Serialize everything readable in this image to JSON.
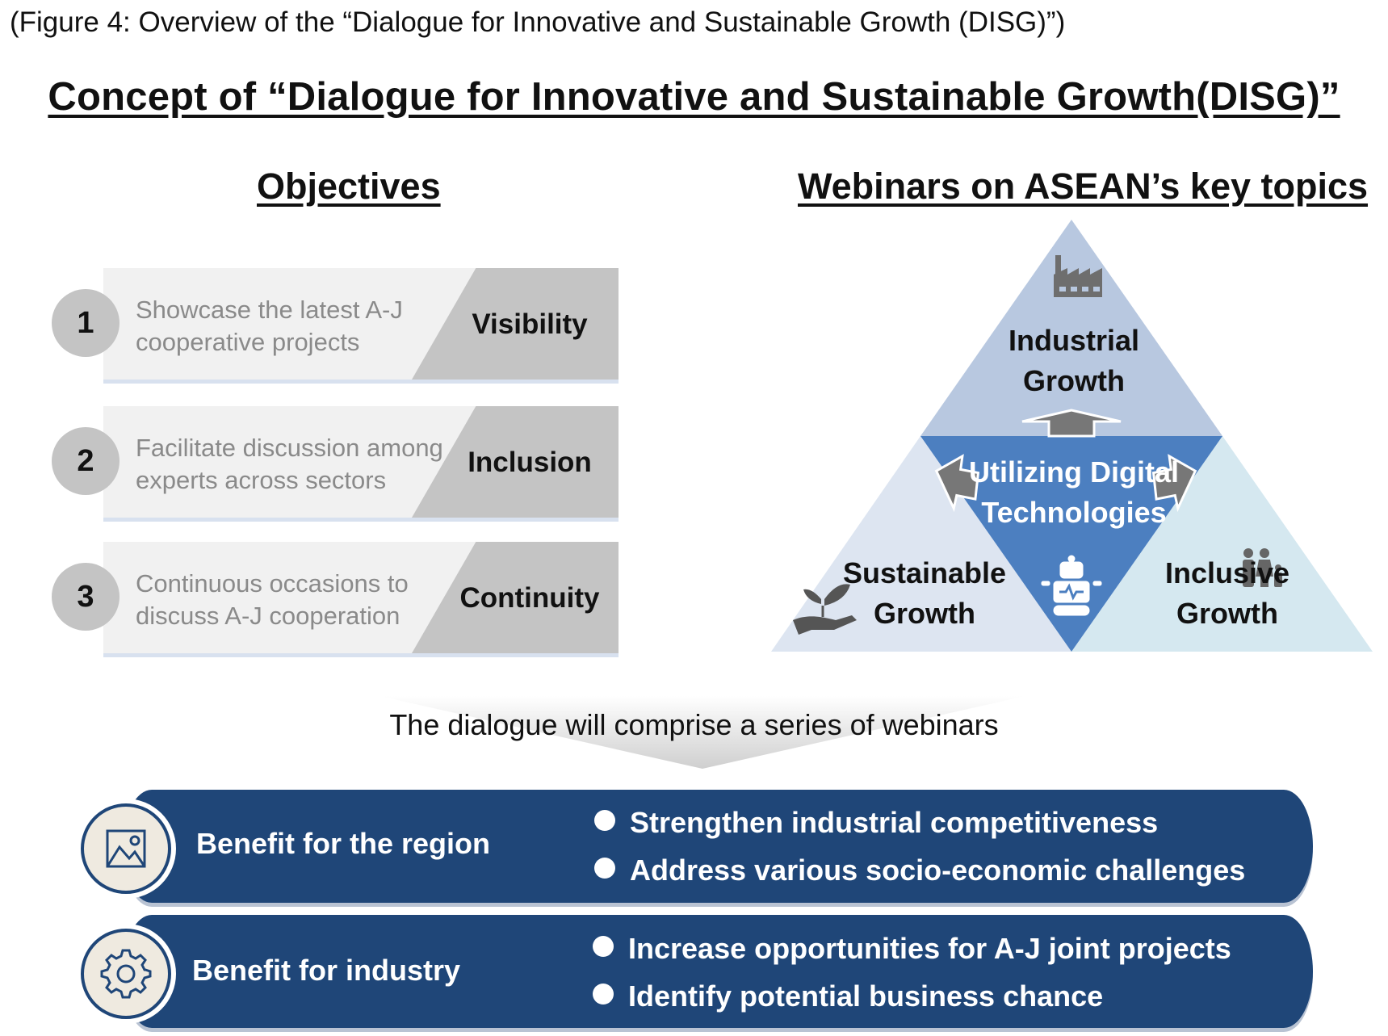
{
  "caption": "(Figure 4: Overview of the “Dialogue for Innovative and Sustainable Growth (DISG)”)",
  "title": "Concept of “Dialogue for Innovative and Sustainable Growth(DISG)”",
  "objectives": {
    "heading": "Objectives",
    "items": [
      {
        "number": "1",
        "line1": "Showcase the latest A-J",
        "line2": "cooperative projects",
        "keyword": "Visibility"
      },
      {
        "number": "2",
        "line1": "Facilitate discussion among",
        "line2": "experts across sectors",
        "keyword": "Inclusion"
      },
      {
        "number": "3",
        "line1": "Continuous occasions to",
        "line2": "discuss A-J cooperation",
        "keyword": "Continuity"
      }
    ]
  },
  "webinars": {
    "heading": "Webinars on ASEAN’s key topics",
    "top": {
      "line1": "Industrial",
      "line2": "Growth",
      "icon": "factory-icon"
    },
    "center": {
      "line1": "Utilizing Digital",
      "line2": "Technologies",
      "icon": "robot-icon"
    },
    "left": {
      "line1": "Sustainable",
      "line2": "Growth",
      "icon": "plant-hand-icon"
    },
    "right": {
      "line1": "Inclusive",
      "line2": "Growth",
      "icon": "family-icon"
    }
  },
  "arrow_text": "The dialogue will comprise a series of webinars",
  "benefits": [
    {
      "title": "Benefit for the region",
      "icon": "image-icon",
      "bullets": [
        "Strengthen industrial competitiveness",
        "Address various socio-economic challenges"
      ]
    },
    {
      "title": "Benefit for industry",
      "icon": "gear-icon",
      "bullets": [
        "Increase opportunities for A-J joint projects",
        "Identify potential business chance"
      ]
    }
  ],
  "colors": {
    "navy": "#1f4678",
    "gray": "#c4c4c4",
    "tri_top": "#b8c8e0",
    "tri_center": "#4c7fc0",
    "tri_left": "#dde5f1",
    "tri_right": "#d5e8f0"
  }
}
